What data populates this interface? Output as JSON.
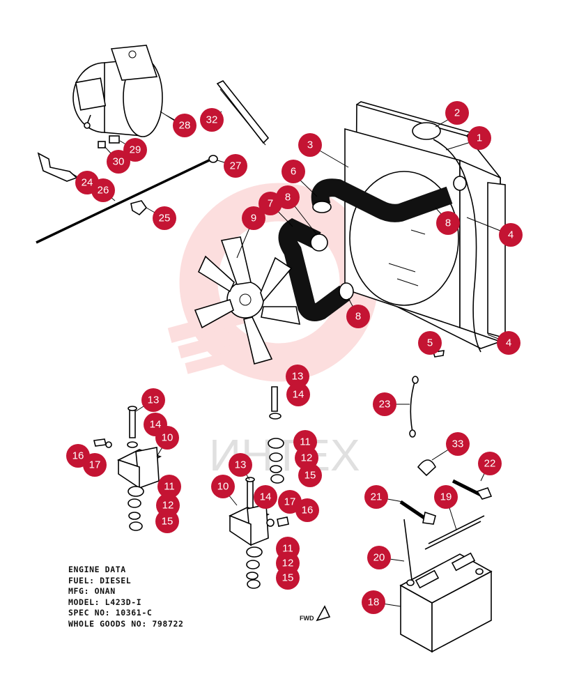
{
  "watermark": {
    "text": "ИНТЕХ",
    "logo": "gear-watermark",
    "color": "#f26b6b"
  },
  "callout_color": "#c41433",
  "callouts": [
    "1",
    "2",
    "3",
    "4",
    "4",
    "5",
    "6",
    "7",
    "8",
    "8",
    "8",
    "9",
    "10",
    "10",
    "11",
    "11",
    "11",
    "12",
    "12",
    "12",
    "13",
    "13",
    "13",
    "14",
    "14",
    "14",
    "15",
    "15",
    "15",
    "16",
    "16",
    "17",
    "17",
    "18",
    "19",
    "20",
    "21",
    "22",
    "23",
    "24",
    "25",
    "26",
    "27",
    "28",
    "29",
    "30",
    "32",
    "33"
  ],
  "engine_data": {
    "title": "ENGINE DATA",
    "fuel": "FUEL: DIESEL",
    "mfg": "MFG: ONAN",
    "model": "MODEL: L423D-I",
    "spec": "SPEC NO: 10361-C",
    "whole_goods": "WHOLE GOODS NO: 798722"
  },
  "fwd_label": "FWD"
}
